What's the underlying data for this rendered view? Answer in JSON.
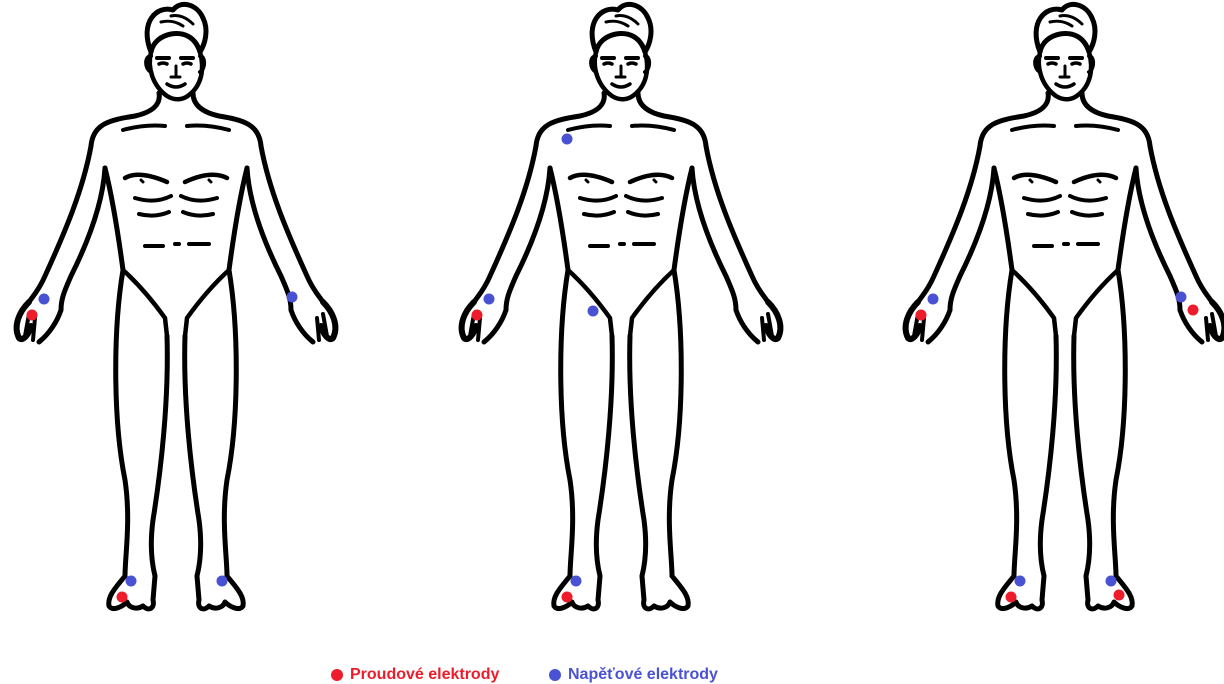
{
  "figures": [
    {
      "name": "body-figure-1",
      "electrodes": [
        {
          "type": "voltage",
          "site": "right-wrist"
        },
        {
          "type": "current",
          "site": "right-hand"
        },
        {
          "type": "voltage",
          "site": "left-wrist"
        },
        {
          "type": "voltage",
          "site": "right-ankle"
        },
        {
          "type": "current",
          "site": "right-foot"
        },
        {
          "type": "voltage",
          "site": "left-ankle"
        }
      ]
    },
    {
      "name": "body-figure-2",
      "electrodes": [
        {
          "type": "voltage",
          "site": "right-shoulder"
        },
        {
          "type": "voltage",
          "site": "right-wrist"
        },
        {
          "type": "current",
          "site": "right-hand"
        },
        {
          "type": "voltage",
          "site": "right-groin"
        },
        {
          "type": "voltage",
          "site": "right-ankle"
        },
        {
          "type": "current",
          "site": "right-foot"
        }
      ]
    },
    {
      "name": "body-figure-3",
      "electrodes": [
        {
          "type": "voltage",
          "site": "right-wrist"
        },
        {
          "type": "current",
          "site": "right-hand"
        },
        {
          "type": "voltage",
          "site": "left-wrist"
        },
        {
          "type": "current",
          "site": "left-hand"
        },
        {
          "type": "voltage",
          "site": "right-ankle"
        },
        {
          "type": "current",
          "site": "right-foot"
        },
        {
          "type": "voltage",
          "site": "left-ankle"
        },
        {
          "type": "current",
          "site": "left-foot"
        }
      ]
    }
  ],
  "legend": {
    "current_label": "Proudové elektrody",
    "voltage_label": "Napěťové elektrody"
  },
  "colors": {
    "current": "#ee1c2b",
    "voltage": "#4a52d4",
    "outline": "#000000"
  }
}
